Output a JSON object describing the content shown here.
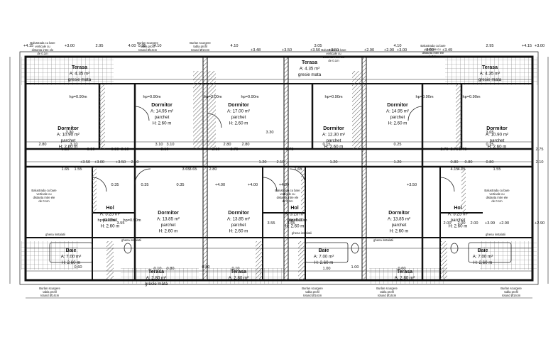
{
  "rooms": [
    {
      "name": "Terasa",
      "area": "A: 4.35 m²",
      "finish": "gresie mata"
    },
    {
      "name": "Dormitor",
      "area": "A: 14.95 m²",
      "finish": "parchet",
      "height": "H: 2.60 m"
    },
    {
      "name": "Dormitor",
      "area": "A: 17.00 m²",
      "finish": "parchet",
      "height": "H: 2.60 m"
    },
    {
      "name": "Terasa",
      "area": "A: 4.35 m²",
      "finish": "gresie mata"
    },
    {
      "name": "Dormitor",
      "area": "A: 14.95 m²",
      "finish": "parchet",
      "height": "H: 2.60 m"
    },
    {
      "name": "Terasa",
      "area": "A: 4.35 m²",
      "finish": "gresie mata"
    },
    {
      "name": "Dormitor",
      "area": "A: 10.90 m²",
      "finish": "parchet",
      "height": "H: 2.60 m"
    },
    {
      "name": "Dormitor",
      "area": "A: 12.30 m²",
      "finish": "parchet",
      "height": "H: 2.60 m"
    },
    {
      "name": "Dormitor",
      "area": "A: 10.90 m²",
      "finish": "parchet",
      "height": "H: 2.60 m"
    },
    {
      "name": "Dormitor",
      "area": "A: 13.85 m²",
      "finish": "parchet",
      "height": "H: 2.60 m"
    },
    {
      "name": "Dormitor",
      "area": "A: 13.85 m²",
      "finish": "parchet",
      "height": "H: 2.60 m"
    },
    {
      "name": "Dormitor",
      "area": "A: 13.85 m²",
      "finish": "parchet",
      "height": "H: 2.60 m"
    },
    {
      "name": "Hol",
      "area": "A: 5.25 m²",
      "finish": "parchet",
      "height": "H: 2.60 m"
    },
    {
      "name": "Hol",
      "area": "A: 5.25 m²",
      "finish": "parchet",
      "height": "H: 2.60 m"
    },
    {
      "name": "Hol",
      "area": "A: 5.25 m²",
      "finish": "parchet",
      "height": "H: 2.60 m"
    },
    {
      "name": "Baie",
      "area": "A: 7.00 m²",
      "height": "H: 2.60 m"
    },
    {
      "name": "Baie",
      "area": "A: 7.00 m²",
      "height": "H: 2.60 m"
    },
    {
      "name": "Baie",
      "area": "A: 7.00 m²",
      "height": "H: 2.60 m"
    },
    {
      "name": "Terasa",
      "area": "A: 2.80 m²",
      "finish": "gresie mata"
    },
    {
      "name": "Terasa",
      "area": "A: 2.80 m²"
    },
    {
      "name": "Terasa",
      "area": "A: 2.80 m²"
    }
  ],
  "notes": [
    "Burlan scurgere tabla profil rotund Ø14cm",
    "Burlan scurgere tabla profil rotund Ø14cm",
    "Burlan scurgere tabla profil rotund Ø14cm",
    "Burlan scurgere tabla profil rotund Ø14cm",
    "Burlan scurgere tabla profil rotund Ø14cm",
    "Burlan scurgere tabla profil rotund Ø14cm",
    "Balustrada cu bare verticale cu distanta intre ele de 0.1m",
    "Balustrada cu bare verticale cu distanta intre ele de 0.1m",
    "Balustrada cu bare verticale cu distanta intre ele de 0.1m",
    "Balustrada cu bare verticale cu distanta intre ele de 0.1m",
    "Balustrada cu bare verticale cu distanta intre ele de 0.1m",
    "Balustrada cu bare verticale cu distanta intre ele de 0.1m",
    "ghena instalatii",
    "ghena instalatii",
    "ghena instalatii",
    "ghena instalatii",
    "ghena instalatii"
  ],
  "dimensions": [
    "+4.15",
    "+3.00",
    "2.95",
    "4.00",
    "0.35",
    "4.10",
    "4.10",
    "3.05",
    "4.10",
    "2.95",
    "+4.15",
    "+3.00",
    "+3.48",
    "+3.50",
    "+3.50",
    "+3.50",
    "+2.90",
    "+2.90",
    "+3.00",
    "+3.00",
    "+3.49",
    "hp=0.90m",
    "hp=0.90m",
    "hp=2.00m",
    "hp=0.90m",
    "hp=0.90m",
    "hp=0.90m",
    "hp=0.90m",
    "3.30",
    "3.30",
    "3.65",
    "3.65",
    "3.65",
    "4.15",
    "4.15",
    "1.65",
    "1.65",
    "1.55",
    "1.55",
    "2.80",
    "2.80",
    "3.10",
    "3.10",
    "3.10",
    "2.80",
    "2.80",
    "0.15",
    "0.25",
    "0.25",
    "0.80",
    "0.80",
    "0.80",
    "2.10",
    "2.10",
    "2.10",
    "2.75",
    "2.75",
    "2.75",
    "2.75",
    "2.75",
    "2.75",
    "0.35",
    "0.35",
    "0.35",
    "+4.00",
    "+4.00",
    "+4.00",
    "+3.50",
    "+3.50",
    "+3.50",
    "+3.00",
    "1.20",
    "1.20",
    "1.20",
    "0.80",
    "0.80",
    "0.80",
    "2.10",
    "2.10",
    "2.10",
    "hp=0.90m",
    "hp=0.90m",
    "hp=0.90m",
    "3.55",
    "3.55",
    "3.55",
    "2.00",
    "2.00",
    "2.00",
    "+3.99",
    "+2.90",
    "+2.90",
    "0.60",
    "0.80",
    "1.00",
    "0.10",
    "0.10",
    "0.60",
    "0.80",
    "1.00"
  ]
}
